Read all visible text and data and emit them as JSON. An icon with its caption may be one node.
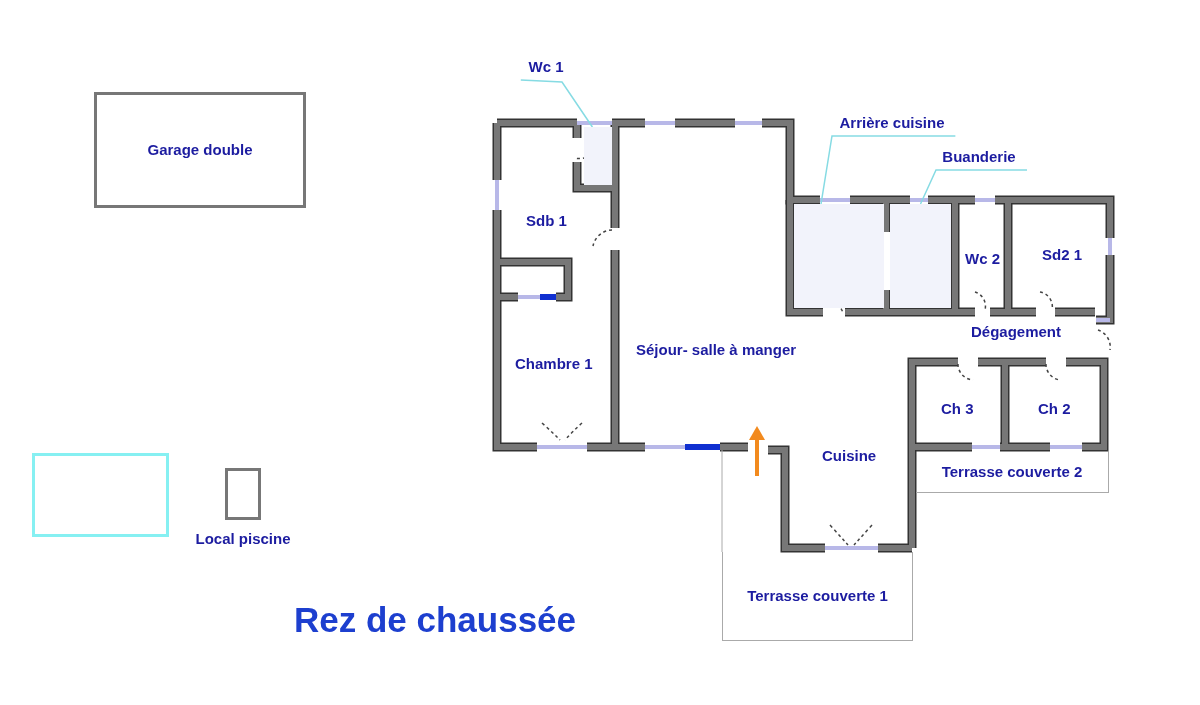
{
  "diagram": {
    "title": "Rez de chaussée",
    "nodes": [
      {
        "text": [
          "Garage double"
        ]
      },
      {
        "text": [],
        "shape": "box"
      },
      {
        "text": [
          "Local piscine"
        ]
      },
      {
        "text": [
          "Wc 1"
        ]
      },
      {
        "text": [],
        "shape": "box"
      },
      {
        "text": [
          "Arrière cuisine"
        ]
      },
      {
        "text": [],
        "shape": "box"
      },
      {
        "text": [
          "Buanderie"
        ]
      },
      {
        "text": [],
        "shape": "box"
      },
      {
        "text": [
          "Terrasse couverte 2"
        ]
      },
      {
        "text": [
          "Terrasse couverte 1"
        ]
      }
    ],
    "edges": [
      {
        "from": 3,
        "to": 4,
        "arrow": "none"
      },
      {
        "from": 5,
        "to": 6,
        "arrow": "none"
      },
      {
        "from": 7,
        "to": 8,
        "arrow": "none"
      }
    ],
    "labels": [
      "Sdb 1",
      "Chambre 1",
      "Séjour- salle à manger",
      "Wc 2",
      "Sd2 1",
      "Dégagement",
      "Ch 3",
      "Ch 2",
      "Cuisine"
    ]
  }
}
